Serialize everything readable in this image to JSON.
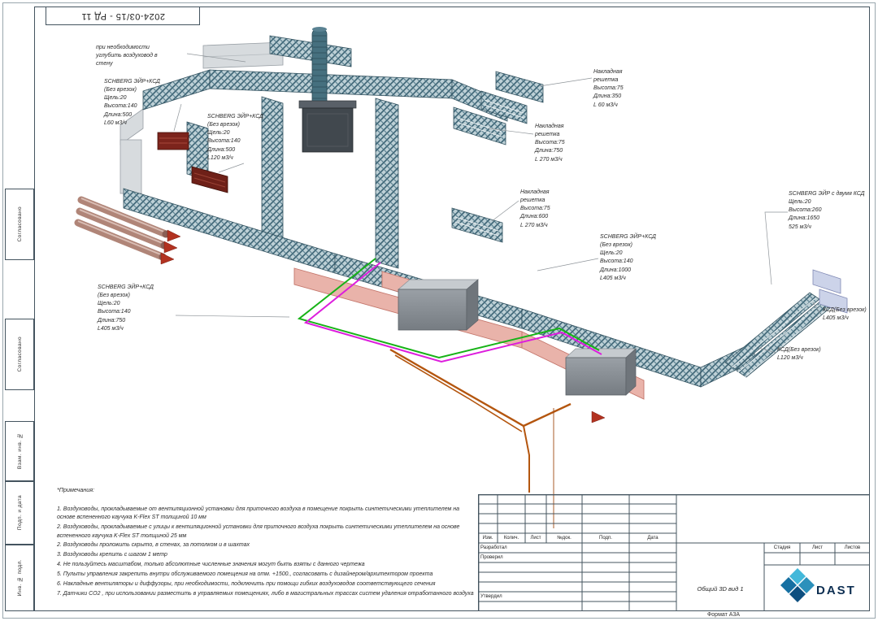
{
  "sheet": {
    "doc_number": "2024-03/15 - РД 11",
    "format_label": "Формат А3А"
  },
  "side_panel": {
    "labels": [
      "Согласовано",
      "Согласовано",
      "Взам. инв. №",
      "Подп. и дата",
      "Инв. № подл."
    ]
  },
  "annotations": {
    "wall_note": "при необходимости\nуглубить воздуховод в\nстену",
    "schberg_500_60": "SCHBERG ЭЙР+КСД\n(Без врезок)\nЩель:20\nВысота:140\nДлина:500\nL60 м3/ч",
    "schberg_500_120": "SCHBERG ЭЙР+КСД\n(Без врезок)\nЩель:20\nВысота:140\nДлина:500\nL120 м3/ч",
    "grille_350": "Накладная\nрешетка\nВысота:75\nДлина:350\nL 60 м3/ч",
    "grille_750": "Накладная\nрешетка\nВысота:75\nДлина:750\nL 270 м3/ч",
    "grille_600": "Накладная\nрешетка\nВысота:75\nДлина:600\nL 270 м3/ч",
    "schberg_1000": "SCHBERG ЭЙР+КСД\n(Без врезок)\nЩель:20\nВысота:140\nДлина:1000\nL405 м3/ч",
    "schberg_double": "SCHBERG ЭЙР с двумя КСД\nЩель:20\nВысота:260\nДлина:1650\n525 м3/ч",
    "ksd_405": "КСД(Без врезок)\nL405 м3/ч",
    "ksd_120": "КСД(Без врезок)\nL120 м3/ч",
    "schberg_750": "SCHBERG ЭЙР+КСД\n(Без врезок)\nЩель:20\nВысота:140\nДлина:750\nL405 м3/ч"
  },
  "notes": {
    "title": "*Примечания:",
    "items": [
      "1. Воздуховоды, прокладываемые от вентиляционной установки для приточного воздуха в помещение покрыть синтетическими утеплителем на основе вспененного каучука K-Flex ST толщиной 10 мм",
      "2. Воздуховоды, прокладываемые с улицы к вентиляционной установки для приточного воздуха покрыть синтетическими утеплителем на основе вспененного каучука K-Flex ST толщиной 25 мм",
      "2. Воздуховоды проложить скрыто, в стенах, за потолком и в шахтах",
      "3. Воздуховоды крепить с шагом 1 метр",
      "4. Не пользуйтесь масштабом, только абсолютные численные значения могут быть взяты с данного чертежа",
      "5. Пульты управления закрепить внутри обслуживаемого помещения на отм. +1500., согласовать с дизайнером/архитектором проекта",
      "6. Накладные вентиляторы и диффузоры, при необходимости, подключить при помощи гибких воздуховодов соответствующего сечения",
      "7. Датчики CO2 , при использовании разместить в управляемых помещениях, либо в магистральных трассах систем удаления отработанного воздуха"
    ]
  },
  "title_block": {
    "header_cols": [
      "Изм.",
      "Колич.",
      "Лист",
      "№док.",
      "Подп.",
      "Дата"
    ],
    "role_rows": [
      "Разработал",
      "Проверил",
      "Утвердил"
    ],
    "stage_cols": [
      "Стадия",
      "Лист",
      "Листов"
    ],
    "view_title": "Общий 3D вид 1",
    "logo_text": "DAST"
  },
  "colors": {
    "frame": "#44545f",
    "insulation_dark": "#3c6374",
    "insulation_light": "#bdd0d6",
    "duct_pink": "#e9b3aa",
    "duct_gray": "#d7dbde",
    "grille_red": "#7c241c",
    "pipe_green": "#17b317",
    "pipe_magenta": "#dd1ddd",
    "pipe_orange": "#b4560f",
    "logo_blue": "#1b7fae",
    "logo_navy": "#0e2f52"
  }
}
